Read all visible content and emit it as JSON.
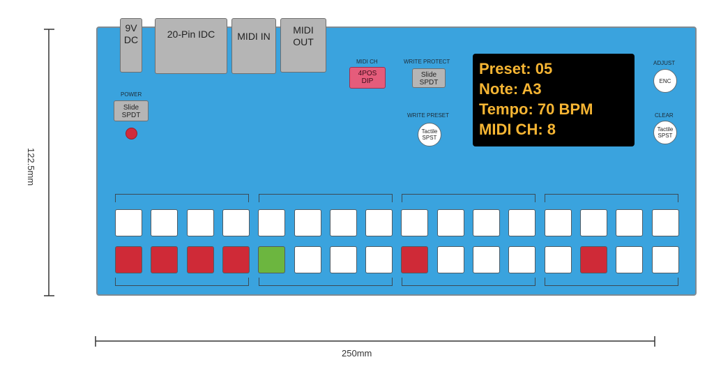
{
  "dimensions": {
    "width_label": "250mm",
    "height_label": "122.5mm"
  },
  "connectors": {
    "dc_line1": "9V",
    "dc_line2": "DC",
    "idc": "20-Pin IDC",
    "midi_in": "MIDI IN",
    "midi_out_line1": "MIDI",
    "midi_out_line2": "OUT"
  },
  "controls": {
    "power_label": "POWER",
    "power_switch_line1": "Slide",
    "power_switch_line2": "SPDT",
    "midi_ch_label": "MIDI CH",
    "dip_line1": "4POS",
    "dip_line2": "DIP",
    "write_protect_label": "WRITE PROTECT",
    "write_protect_line1": "Slide",
    "write_protect_line2": "SPDT",
    "write_preset_label": "WRITE PRESET",
    "write_preset_line1": "Tactile",
    "write_preset_line2": "SPST",
    "adjust_label": "ADJUST",
    "encoder": "ENC",
    "clear_label": "CLEAR",
    "clear_line1": "Tactile",
    "clear_line2": "SPST"
  },
  "display": {
    "lines": [
      "Preset: 05",
      "Note: A3",
      "Tempo: 70 BPM",
      "MIDI CH: 8"
    ]
  },
  "pads": {
    "top_row": [
      "white",
      "white",
      "white",
      "white",
      "white",
      "white",
      "white",
      "white",
      "white",
      "white",
      "white",
      "white",
      "white",
      "white",
      "white",
      "white"
    ],
    "bottom_row": [
      "red",
      "red",
      "red",
      "red",
      "green",
      "white",
      "white",
      "white",
      "red",
      "white",
      "white",
      "white",
      "white",
      "red",
      "white",
      "white"
    ]
  },
  "colors": {
    "panel": "#3aa3de",
    "red": "#cf2a37",
    "green": "#6cb63f",
    "white": "#ffffff",
    "screen_text": "#f6b533"
  }
}
